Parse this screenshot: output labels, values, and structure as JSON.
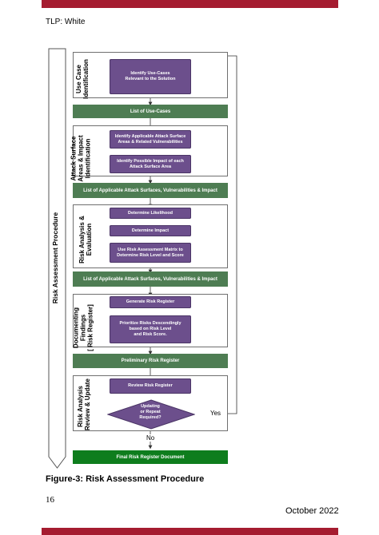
{
  "header": {
    "tlp": "TLP: White"
  },
  "diagram": {
    "side_label": "Risk Assessment Procedure",
    "phases": [
      {
        "label": "Use Case\nIdentification",
        "steps": [
          "Identify Use-Cases\nRelevant to the Solution"
        ]
      },
      {
        "label": "Attack Surface\nAreas & Impact\nIdentification",
        "steps": [
          "Identify Applicable Attack Surface\nAreas & Related Vulnerabilities",
          "Identify Possible Impact of each\nAttack Surface Area"
        ]
      },
      {
        "label": "Risk Analysis &\nEvaluation",
        "steps": [
          "Determine Likelihood",
          "Determine Impact",
          "Use Risk Assessment Matrix to\nDetermine Risk Level and Score"
        ]
      },
      {
        "label": "Documenting\nFindings\n[ Risk Register]",
        "steps": [
          "Generate Risk Register",
          "Prioritize Risks Descendingly\nbased on Risk Level\nand Risk Score."
        ]
      },
      {
        "label": "Risk Analysis\nReview & Update",
        "steps": [
          "Review Risk Register"
        ]
      }
    ],
    "outputs": [
      "List of Use-Cases",
      "List of Applicable Attack Surfaces, Vulnerabilities & Impact",
      "List of Applicable Attack Surfaces, Vulnerabilities & Impact",
      "Preliminary Risk Register"
    ],
    "decision": "Updating\nor Repeat\nRequired?",
    "yes_label": "Yes",
    "no_label": "No",
    "final": "Final Risk Register Document"
  },
  "caption": "Figure-3: Risk Assessment Procedure",
  "footer": {
    "page_number": "16",
    "date": "October 2022"
  },
  "colors": {
    "brand_bar": "#a51c30",
    "step_fill": "#6c4f8c",
    "output_fill": "#4e7d53",
    "final_fill": "#0e7d1d"
  }
}
